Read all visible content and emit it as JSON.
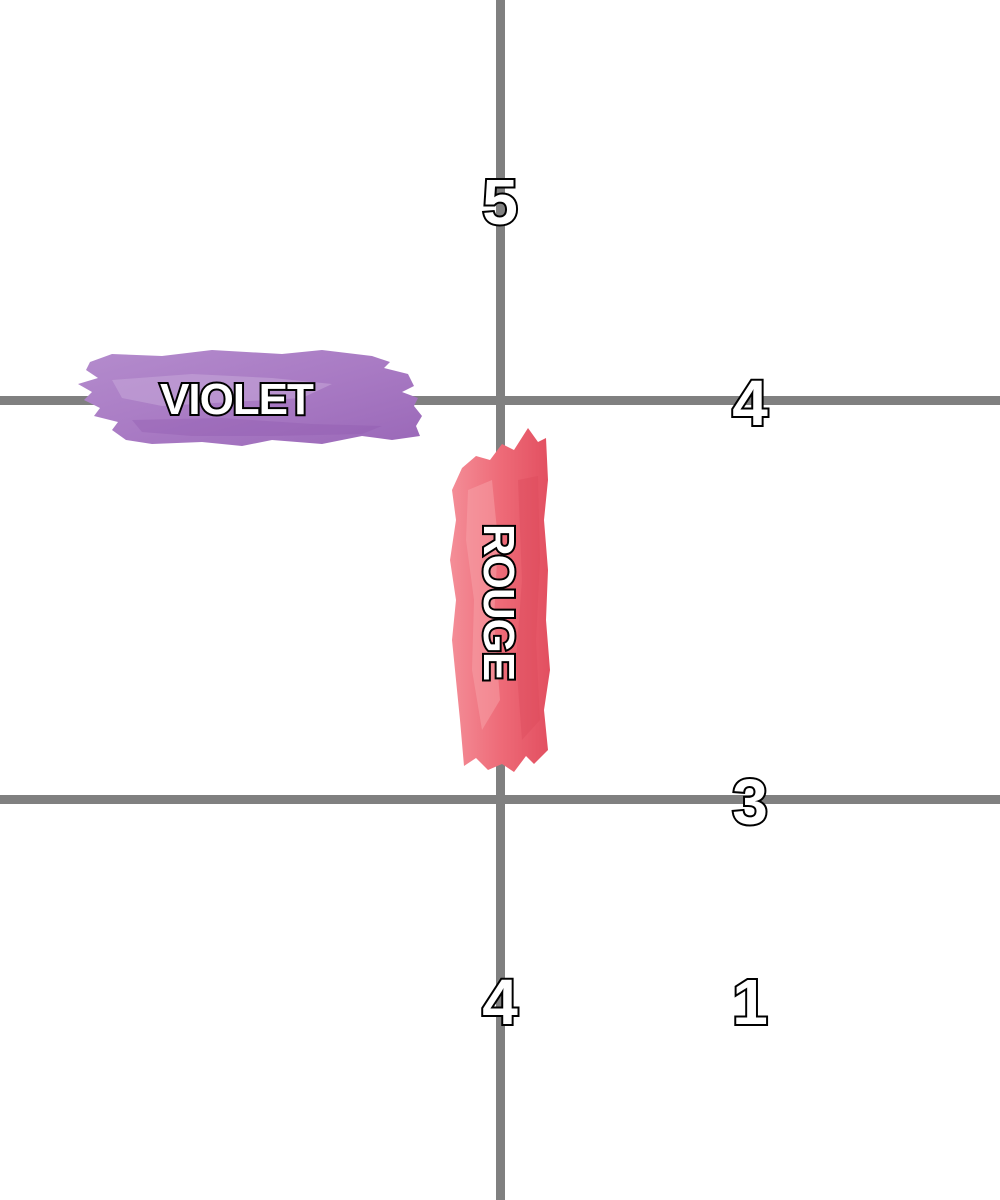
{
  "puzzle": {
    "colors": {
      "grid_line": "#808080",
      "violet_paint": "#a97bc4",
      "rouge_paint": "#ea5a6a"
    },
    "color_labels": {
      "violet": "VIOLET",
      "rouge": "ROUGE"
    },
    "number_clues": {
      "top_center": "5",
      "right_middle": "4",
      "right_lower": "3",
      "bottom_center": "4",
      "bottom_right": "1"
    }
  }
}
